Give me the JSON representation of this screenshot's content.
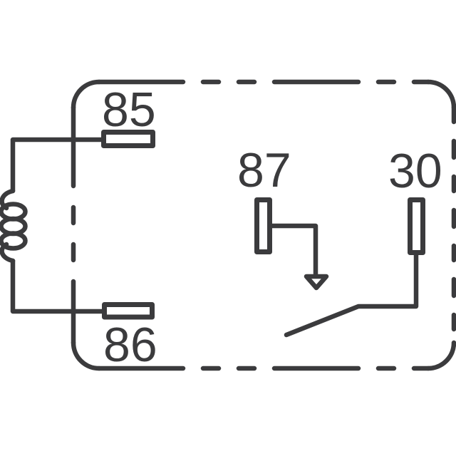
{
  "diagram": {
    "kind": "relay-schematic",
    "colors": {
      "line": "#3b3b3d",
      "background": "#ffffff"
    },
    "pins": [
      {
        "label": "85"
      },
      {
        "label": "86"
      },
      {
        "label": "87"
      },
      {
        "label": "30"
      }
    ],
    "components": [
      "relay-body-outline",
      "coil",
      "terminal-85",
      "terminal-86",
      "terminal-87",
      "terminal-30",
      "down-arrow",
      "switch-arm"
    ]
  }
}
